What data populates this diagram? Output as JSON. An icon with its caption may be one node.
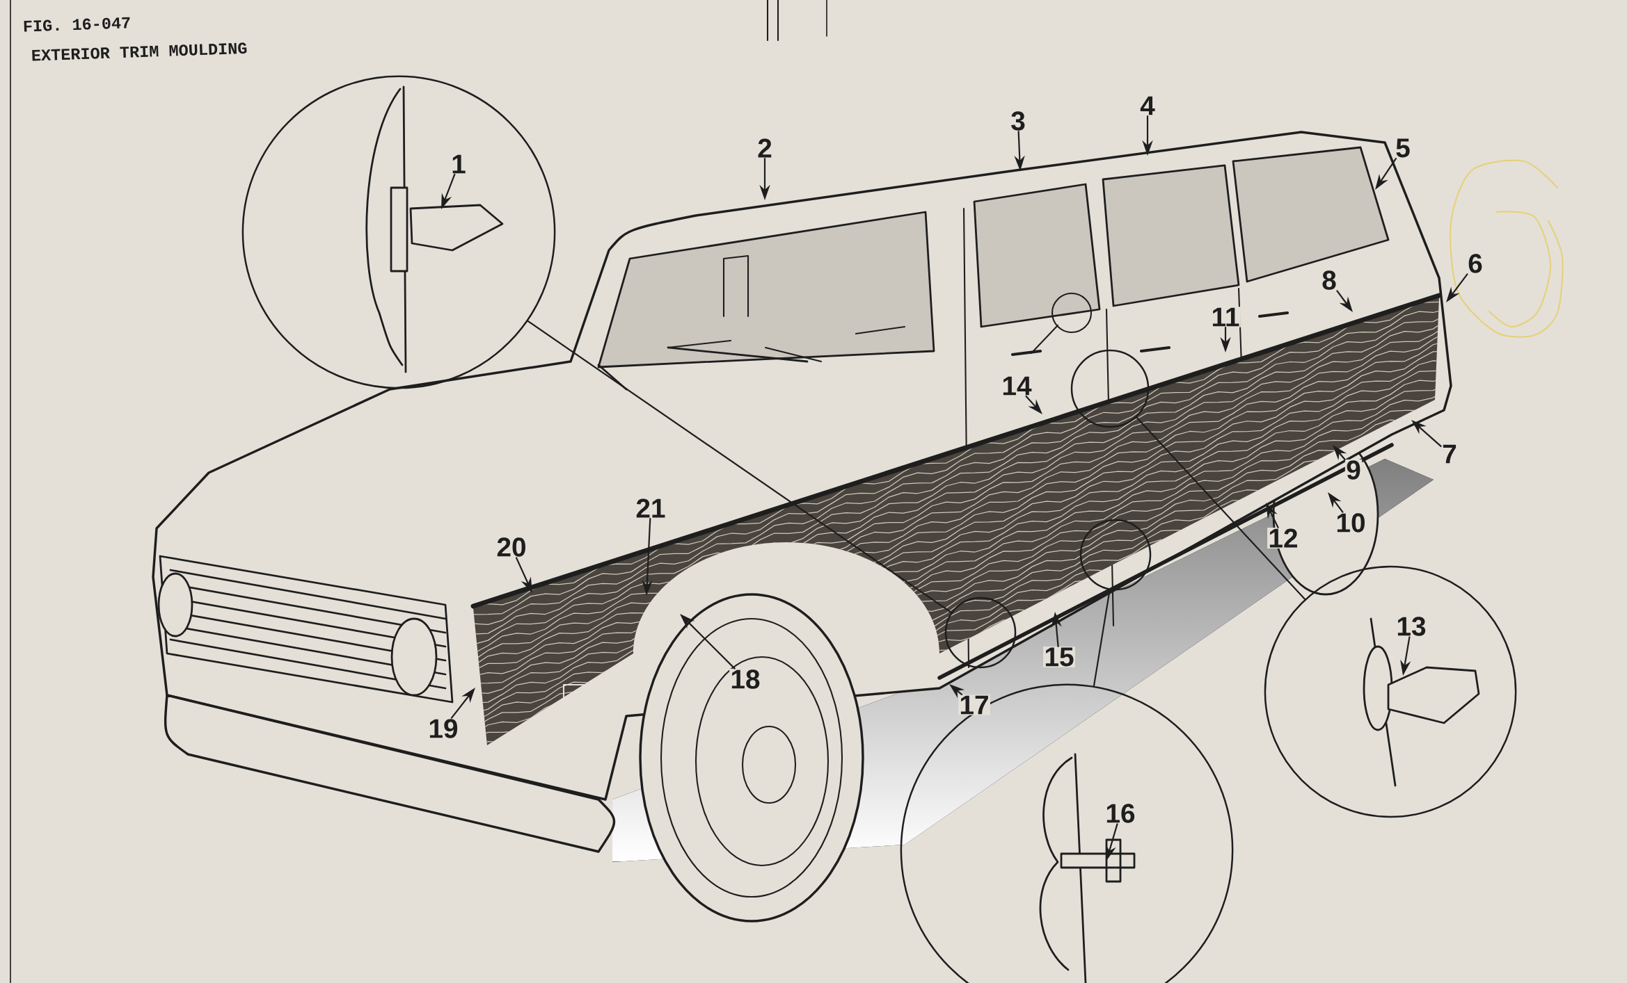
{
  "diagram": {
    "title": "EXTERIOR TRIM MOULDING",
    "nodes": [
      {
        "text": [],
        "shape": "circle"
      },
      {
        "text": [
          "1"
        ],
        "in": 0
      },
      {
        "text": [
          "2"
        ]
      },
      {
        "text": [
          "3"
        ]
      },
      {
        "text": [
          "4"
        ]
      },
      {
        "text": [
          "5"
        ]
      },
      {
        "text": [
          "6"
        ]
      },
      {
        "text": [
          "7"
        ]
      },
      {
        "text": [
          "8"
        ]
      },
      {
        "text": [
          "9"
        ]
      },
      {
        "text": [
          "10"
        ]
      },
      {
        "text": [
          "11"
        ]
      },
      {
        "text": [
          "12"
        ]
      },
      {
        "text": [],
        "shape": "circle"
      },
      {
        "text": [
          "13"
        ],
        "in": 13
      },
      {
        "text": [
          "14"
        ]
      },
      {
        "text": [
          "15"
        ]
      },
      {
        "text": [],
        "shape": "circle"
      },
      {
        "text": [
          "16"
        ],
        "in": 17
      },
      {
        "text": [
          "17"
        ]
      },
      {
        "text": [
          "18"
        ]
      },
      {
        "text": [
          "19"
        ]
      },
      {
        "text": [
          "20"
        ]
      },
      {
        "text": [
          "21"
        ]
      },
      {
        "text": [],
        "shape": "circle"
      },
      {
        "text": [],
        "shape": "circle"
      },
      {
        "text": [],
        "shape": "circle"
      }
    ],
    "edges": [
      {
        "from": 1,
        "to": null,
        "arrow": "to"
      },
      {
        "from": 2,
        "to": null,
        "arrow": "to"
      },
      {
        "from": 3,
        "to": null,
        "arrow": "to"
      },
      {
        "from": 4,
        "to": null,
        "arrow": "to"
      },
      {
        "from": 5,
        "to": null,
        "arrow": "to"
      },
      {
        "from": 6,
        "to": null,
        "arrow": "to"
      },
      {
        "from": 7,
        "to": null,
        "arrow": "to"
      },
      {
        "from": 8,
        "to": null,
        "arrow": "to"
      },
      {
        "from": 9,
        "to": null,
        "arrow": "to"
      },
      {
        "from": 10,
        "to": null,
        "arrow": "to"
      },
      {
        "from": 11,
        "to": null,
        "arrow": "to"
      },
      {
        "from": 12,
        "to": null,
        "arrow": "to"
      },
      {
        "from": 14,
        "to": null,
        "arrow": "to"
      },
      {
        "from": 15,
        "to": null,
        "arrow": "to"
      },
      {
        "from": 16,
        "to": null,
        "arrow": "to"
      },
      {
        "from": 18,
        "to": null,
        "arrow": "to"
      },
      {
        "from": 19,
        "to": null,
        "arrow": "to"
      },
      {
        "from": 20,
        "to": null,
        "arrow": "to"
      },
      {
        "from": 21,
        "to": null,
        "arrow": "to"
      },
      {
        "from": 22,
        "to": null,
        "arrow": "to"
      },
      {
        "from": 23,
        "to": null,
        "arrow": "to"
      },
      {
        "from": 0,
        "to": 24,
        "arrow": "none"
      },
      {
        "from": 13,
        "to": 25,
        "arrow": "none"
      },
      {
        "from": 17,
        "to": 26,
        "arrow": "none"
      }
    ],
    "labels": [
      "FIG. 16-047"
    ]
  }
}
